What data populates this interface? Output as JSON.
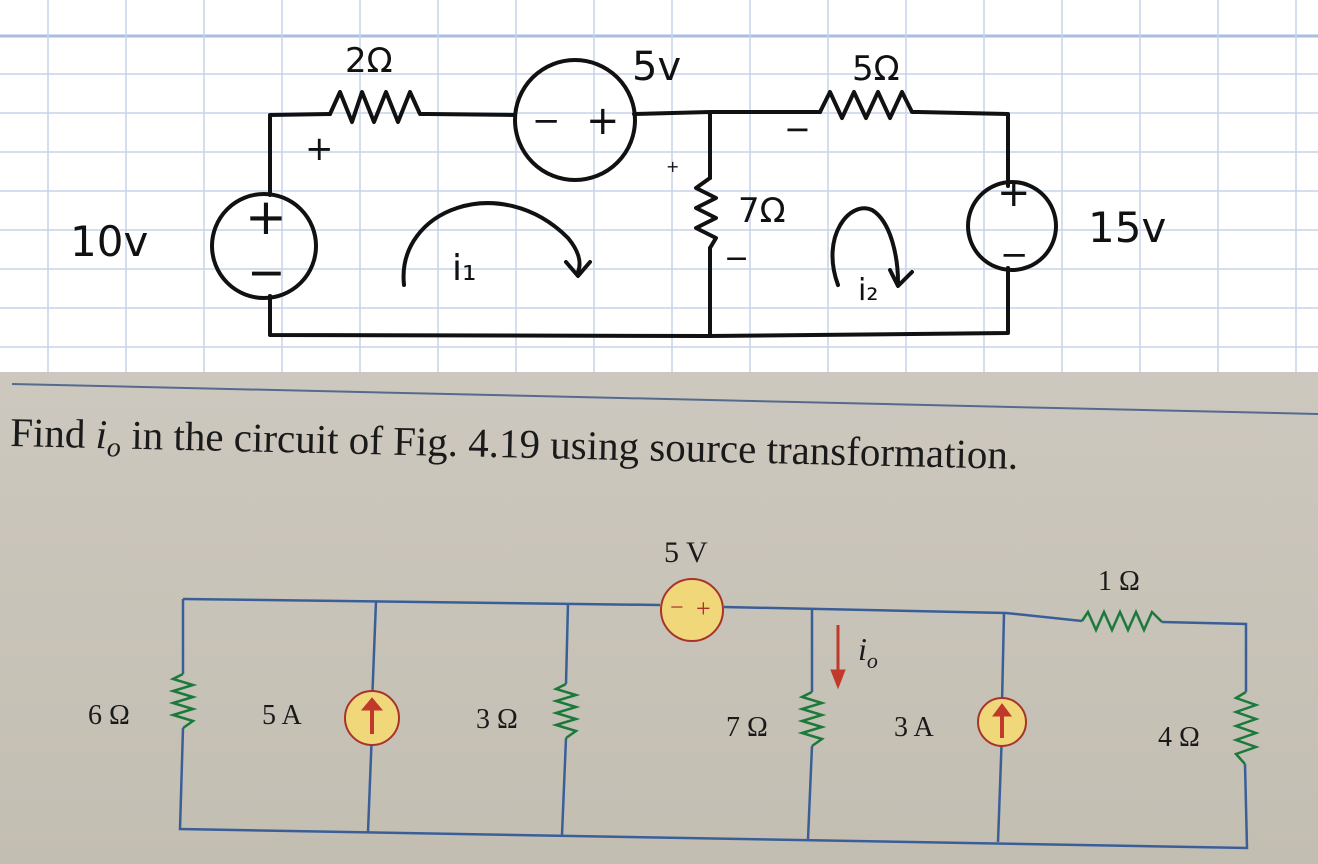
{
  "handwritten": {
    "left_source": "10v",
    "left_source_plus": "+",
    "left_source_minus": "−",
    "resistor_1": "2Ω",
    "resistor_1_plus": "+",
    "middle_source": "5v",
    "middle_source_minus": "−",
    "middle_source_plus": "+",
    "resistor_2": "5Ω",
    "resistor_2_minus": "−",
    "resistor_3": "7Ω",
    "resistor_3_plus": "+",
    "resistor_3_minus": "−",
    "right_source": "15v",
    "right_source_plus": "+",
    "right_source_minus": "−",
    "loop_1": "i₁",
    "loop_2": "i₂"
  },
  "textbook": {
    "problem_prefix": "Find ",
    "problem_var": "i",
    "problem_sub": "o",
    "problem_suffix": " in the circuit of Fig. 4.19 using source transformation.",
    "r6": "6 Ω",
    "i5": "5 A",
    "r3": "3 Ω",
    "v5": "5 V",
    "v5_minus": "−",
    "v5_plus": "+",
    "r7": "7 Ω",
    "io_var": "i",
    "io_sub": "o",
    "i3": "3 A",
    "r1": "1 Ω",
    "r4": "4 Ω"
  },
  "colors": {
    "grid": "#c7d3ea",
    "ink": "#111111",
    "wire": "#3a5f98",
    "resistor": "#1a7a3a",
    "source_fill": "#f0d77a",
    "arrow": "#c0392b",
    "page": "#cbc6bc"
  }
}
